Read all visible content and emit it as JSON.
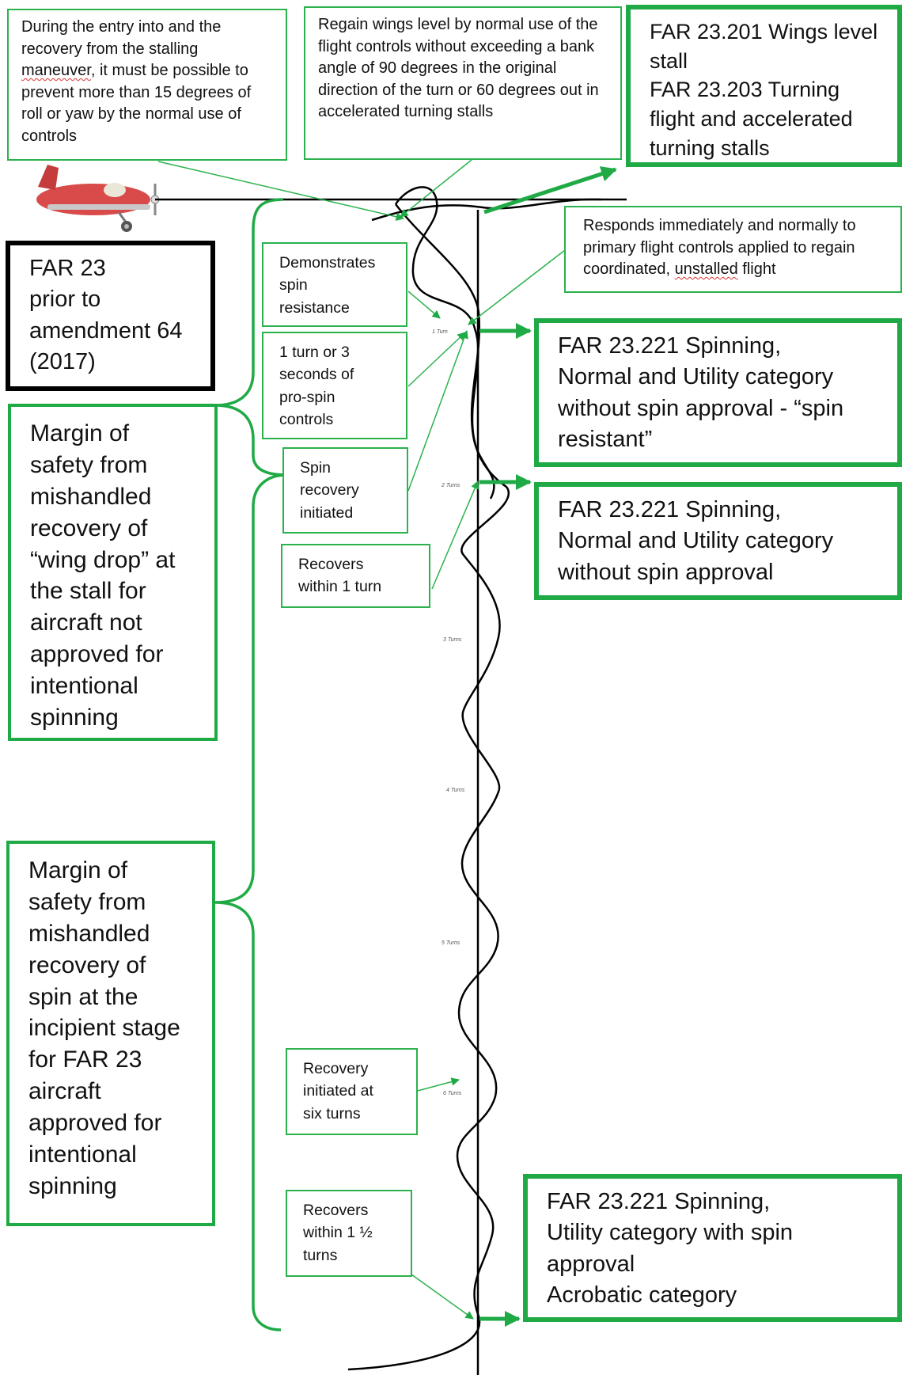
{
  "colors": {
    "accent": "#1faa45",
    "line": "#000000"
  },
  "boxes": {
    "roll_yaw": {
      "before": "During the entry into and the recovery from the stalling\n",
      "underlined": "maneuver",
      "after": ", it must be possible to prevent more than 15 degrees of roll or yaw by the normal use of controls"
    },
    "wings_level_regain": "Regain wings level by normal use of the flight controls without exceeding a bank angle of 90 degrees in the original direction of the turn or 60 degrees out in accelerated turning stalls",
    "far_201_203": "FAR 23.201 Wings level stall\nFAR 23.203 Turning flight and accelerated turning stalls",
    "responds": {
      "before": "Responds immediately and normally to primary flight controls applied to regain coordinated, ",
      "underlined": "unstalled",
      "after": " flight"
    },
    "prior_amendment": "FAR 23\nprior to\namendment 64\n(2017)",
    "demonstrates": "Demonstrates\nspin\nresistance",
    "one_turn": "1 turn or 3\nseconds of\npro-spin\ncontrols",
    "spin_recovery_initiated": "Spin\nrecovery\ninitiated",
    "recovers_one_turn": "Recovers\nwithin 1 turn",
    "far_221_resistant": "FAR 23.221 Spinning,\nNormal and Utility category without spin approval - “spin resistant”",
    "far_221_without": "FAR 23.221 Spinning,\nNormal and Utility category without spin approval",
    "margin_wing_drop": "Margin of safety from mishandled recovery of “wing drop” at the stall for aircraft not approved for intentional spinning",
    "margin_spin": "Margin of safety from mishandled recovery of spin at the incipient stage for FAR 23 aircraft approved for intentional spinning",
    "recovery_six": "Recovery\ninitiated at\nsix turns",
    "recovers_one_half": "Recovers\nwithin 1 ½\nturns",
    "far_221_utility": "FAR 23.221 Spinning,\nUtility category with spin approval\nAcrobatic category"
  },
  "turn_labels": [
    "1 Turn",
    "2 Turns",
    "3 Turns",
    "4 Turns",
    "5 Turns",
    "6 Turns"
  ]
}
